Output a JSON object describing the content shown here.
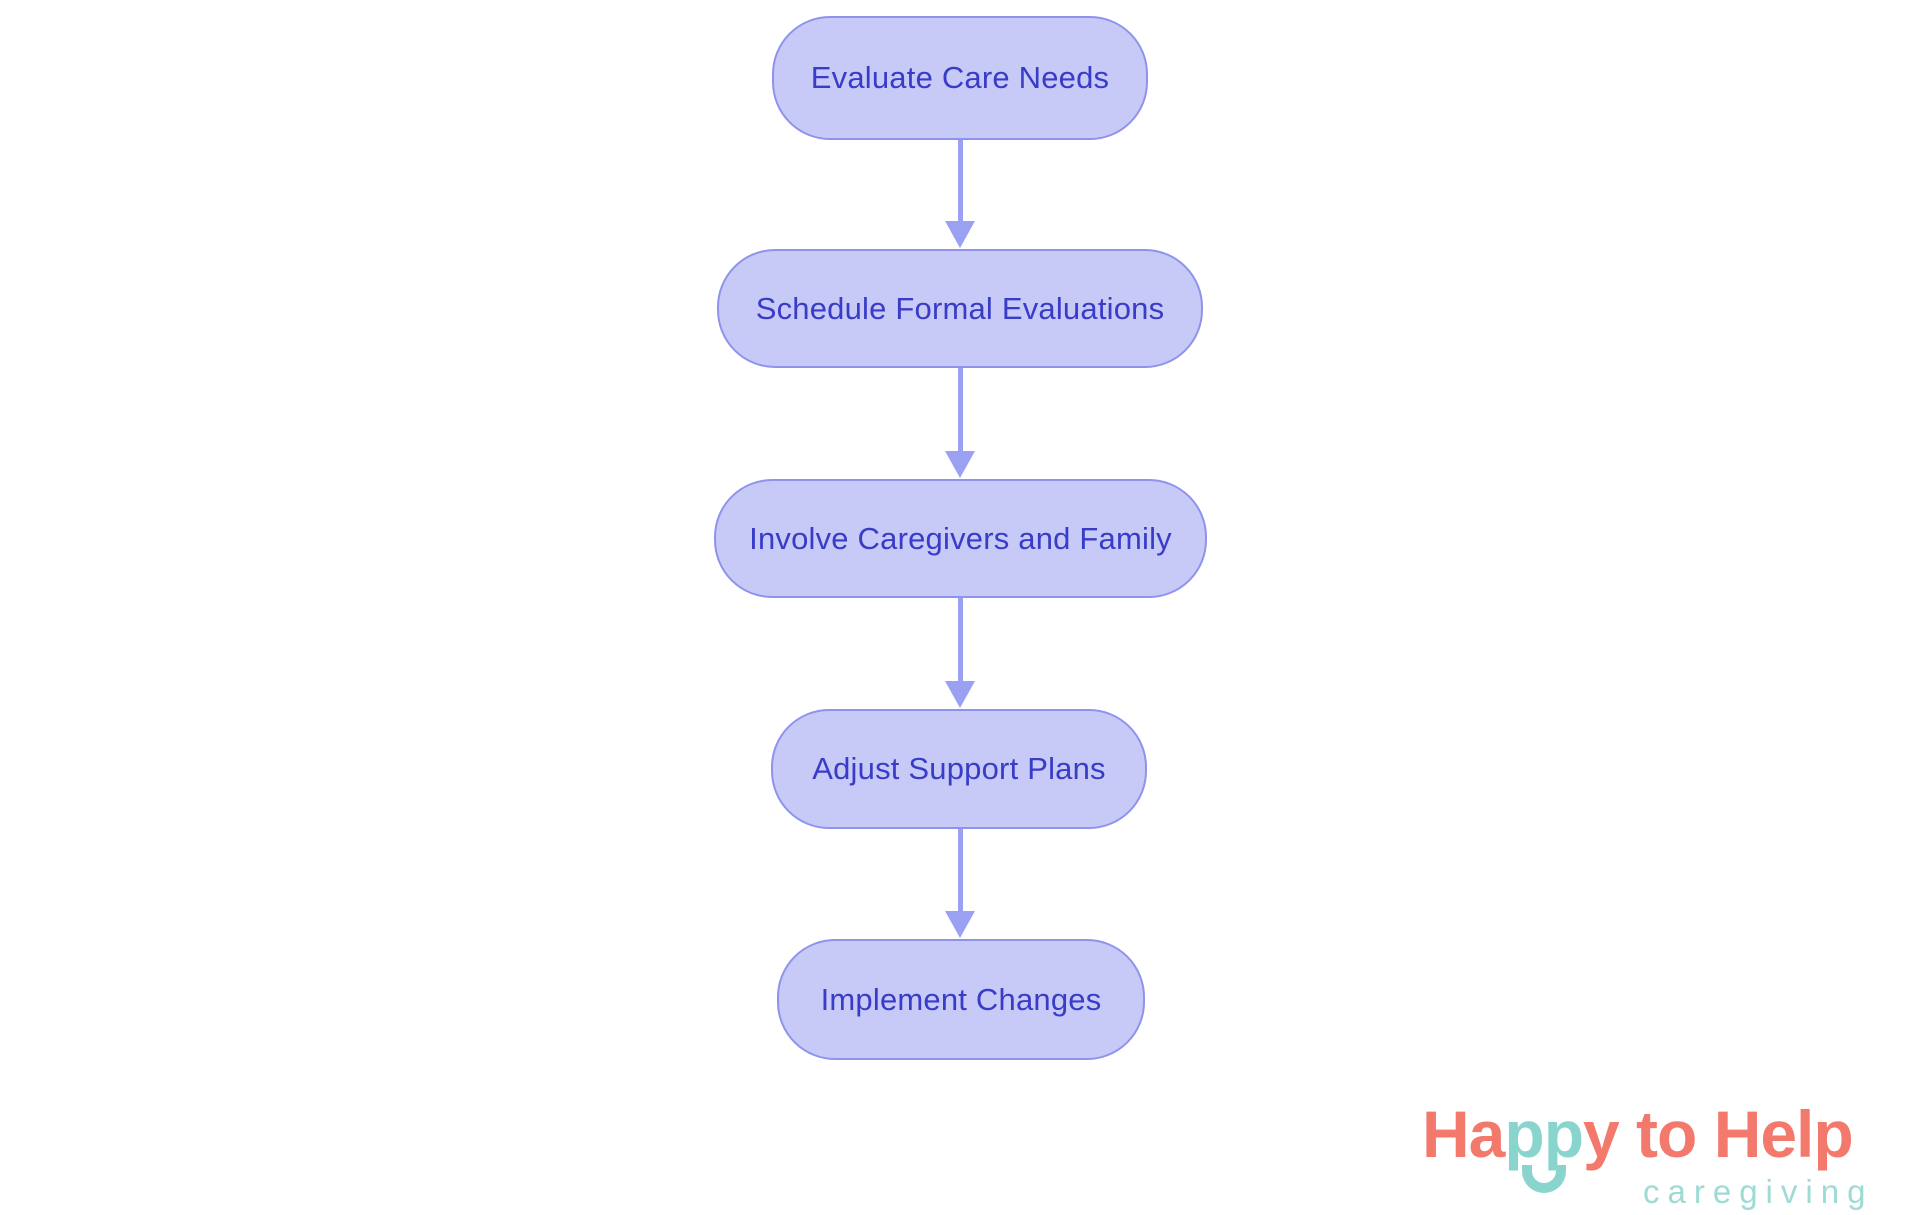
{
  "flowchart": {
    "type": "flowchart",
    "direction": "top-down",
    "nodes": [
      {
        "id": "evaluate-care-needs",
        "label": "Evaluate Care Needs"
      },
      {
        "id": "schedule-formal-evaluations",
        "label": "Schedule Formal Evaluations"
      },
      {
        "id": "involve-caregivers-and-family",
        "label": "Involve Caregivers and Family"
      },
      {
        "id": "adjust-support-plans",
        "label": "Adjust Support Plans"
      },
      {
        "id": "implement-changes",
        "label": "Implement Changes"
      }
    ],
    "edges": [
      {
        "from": "evaluate-care-needs",
        "to": "schedule-formal-evaluations"
      },
      {
        "from": "schedule-formal-evaluations",
        "to": "involve-caregivers-and-family"
      },
      {
        "from": "involve-caregivers-and-family",
        "to": "adjust-support-plans"
      },
      {
        "from": "adjust-support-plans",
        "to": "implement-changes"
      }
    ],
    "colors": {
      "node_fill": "#c7c9f7",
      "node_border": "#8f93ec",
      "node_text": "#383cc6",
      "arrow": "#9aa0f2",
      "background": "#ffffff"
    }
  },
  "logo": {
    "brand_part1": "Ha",
    "brand_part2": "pp",
    "brand_part3": "y to Help",
    "tagline": "caregiving",
    "colors": {
      "coral": "#f2796c",
      "teal": "#8ad4ce"
    }
  }
}
